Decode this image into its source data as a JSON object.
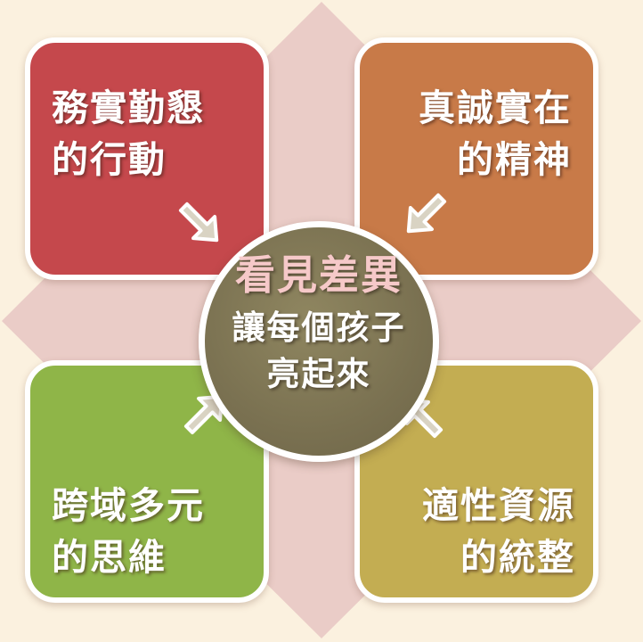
{
  "center": {
    "title": "看見差異",
    "lines": [
      "讓每個孩子",
      "亮起來"
    ],
    "title_color": "#f6c9c9",
    "fill_color": "#7a7151"
  },
  "quadrants": [
    {
      "lines": [
        "務實勤懇",
        "的行動"
      ],
      "color": "#c5484c",
      "position": "top-left"
    },
    {
      "lines": [
        "真誠實在",
        "的精神"
      ],
      "color": "#c87a48",
      "position": "top-right"
    },
    {
      "lines": [
        "跨域多元",
        "的思維"
      ],
      "color": "#8fb548",
      "position": "bottom-left"
    },
    {
      "lines": [
        "適性資源",
        "的統整"
      ],
      "color": "#c3ad52",
      "position": "bottom-right"
    }
  ],
  "background_color": "#fbf1df",
  "cross_color": "#e8c8c4"
}
